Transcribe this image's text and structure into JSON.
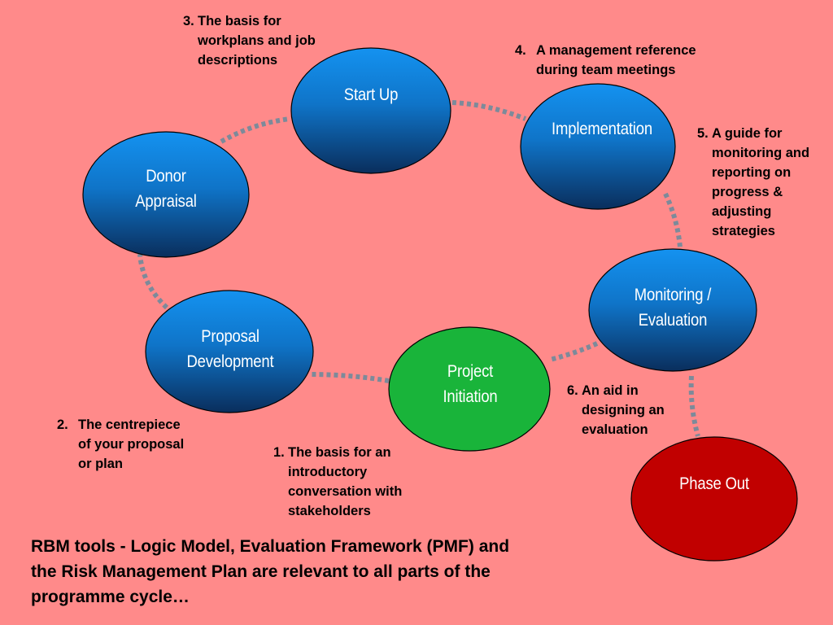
{
  "background_color": "#ff8a8a",
  "colors": {
    "blue_node_light": "#1492f0",
    "blue_node_dark": "#0a2e5c",
    "initiation_fill": "#19b43a",
    "phase_out_fill": "#c10000",
    "connector_dots": "#7d8a9a"
  },
  "nodes": {
    "project_initiation": "Project\nInitiation",
    "proposal_development": "Proposal\nDevelopment",
    "donor_appraisal": "Donor\nAppraisal",
    "start_up": "Start Up",
    "implementation": "Implementation",
    "monitoring_evaluation": "Monitoring /\nEvaluation",
    "phase_out": "Phase Out"
  },
  "notes": {
    "n1": {
      "num": "1.",
      "text": "The basis for an\nintroductory\nconversation with\nstakeholders"
    },
    "n2": {
      "num": "2.",
      "text": "The centrepiece\nof your proposal\nor plan"
    },
    "n3": {
      "num": "3.",
      "text": "The basis for\nworkplans and job\ndescriptions"
    },
    "n4": {
      "num": "4.",
      "text": "A management reference\nduring team meetings"
    },
    "n5": {
      "num": "5.",
      "text": "A guide for\nmonitoring and\nreporting on\nprogress &\nadjusting\nstrategies"
    },
    "n6": {
      "num": "6.",
      "text": "An aid in\ndesigning an\nevaluation"
    }
  },
  "footer": "RBM tools - Logic Model, Evaluation Framework (PMF) and\nthe Risk Management Plan are relevant to all parts of the\nprogramme cycle…"
}
